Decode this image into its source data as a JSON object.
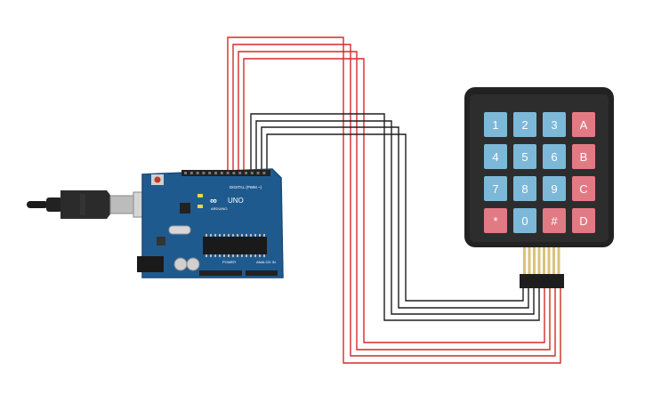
{
  "canvas": {
    "background": "#ffffff"
  },
  "board": {
    "brand_text": "ARDUINO",
    "model_text": "UNO",
    "digital_label": "DIGITAL (PWM ~)",
    "power_label": "POWER",
    "analog_label": "ANALOG IN",
    "color": "#1f5a8f"
  },
  "keypad": {
    "keys": [
      {
        "label": "1",
        "kind": "digit"
      },
      {
        "label": "2",
        "kind": "digit"
      },
      {
        "label": "3",
        "kind": "digit"
      },
      {
        "label": "A",
        "kind": "letter"
      },
      {
        "label": "4",
        "kind": "digit"
      },
      {
        "label": "5",
        "kind": "digit"
      },
      {
        "label": "6",
        "kind": "digit"
      },
      {
        "label": "B",
        "kind": "letter"
      },
      {
        "label": "7",
        "kind": "digit"
      },
      {
        "label": "8",
        "kind": "digit"
      },
      {
        "label": "9",
        "kind": "digit"
      },
      {
        "label": "C",
        "kind": "letter"
      },
      {
        "label": "*",
        "kind": "letter"
      },
      {
        "label": "0",
        "kind": "digit"
      },
      {
        "label": "#",
        "kind": "letter"
      },
      {
        "label": "D",
        "kind": "letter"
      }
    ],
    "colors": {
      "digit": "#7db8d8",
      "letter": "#e27a84",
      "body": "#222222"
    }
  },
  "wires": {
    "count_red": 4,
    "count_black": 4,
    "colors": {
      "red": "#d42a2a",
      "black": "#1e1e1e"
    }
  }
}
